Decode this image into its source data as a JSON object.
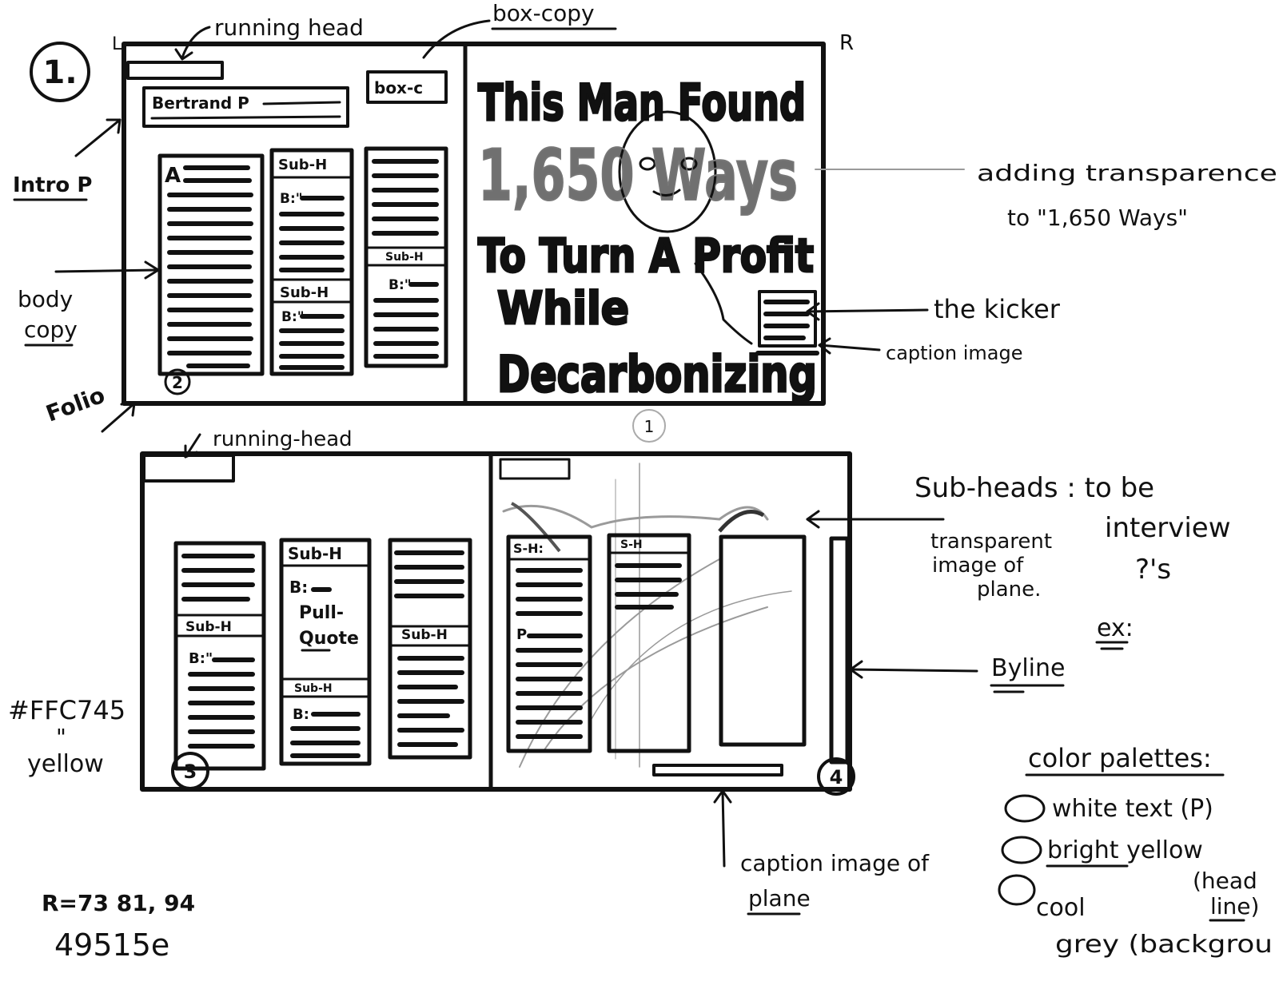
{
  "page_number_circle": "1.",
  "corner_marks": {
    "left": "L",
    "right": "R"
  },
  "spread1": {
    "running_head_label": "running head",
    "box_copy_label": "box-copy",
    "byline_box": "Bertrand P",
    "box_c": "box-c",
    "dropcap": "A",
    "col2_subhead": "Sub-H",
    "col2_body": "B:\"",
    "col2_subhead2": "Sub-H",
    "col2_body2": "B:\"",
    "col3_subhead": "Sub-H",
    "col3_body": "B:\"",
    "folio_left": "2",
    "folio_right": "1",
    "headline_line1": "This Man Found",
    "headline_line2": "1,650 Ways",
    "headline_line3": "To Turn A Profit",
    "headline_line4": "While",
    "headline_line5": "Decarbonizing"
  },
  "spread2": {
    "running_head_label": "running-head",
    "colA_subhead": "Sub-H",
    "colA_body": "B:\"",
    "colB_subhead": "Sub-H",
    "colB_body": "B:",
    "pull_quote": [
      "Pull-",
      "Quote"
    ],
    "colB_subhead2": "Sub-H",
    "colB_body2": "B:",
    "colC_subhead": "Sub-H",
    "right_col1_subhead": "S-H:",
    "right_col1_body": "P",
    "right_col2_subhead": "S-H",
    "folio_left": "3",
    "folio_right": "4"
  },
  "annotations": {
    "intro_p": "Intro P",
    "body_copy": [
      "body",
      "copy"
    ],
    "folio": "Folio",
    "transparency": [
      "adding transparence",
      "to \"1,650 Ways\""
    ],
    "kicker": "the kicker",
    "caption_image": "caption image",
    "subheads": [
      "Sub-heads : to be",
      "interview",
      "?'s"
    ],
    "transparent_plane": [
      "transparent",
      "image of",
      "plane."
    ],
    "ex": "ex:",
    "byline": "Byline",
    "yellow_hex": "#FFC745",
    "yellow_quote": "\"",
    "yellow_word": "yellow",
    "caption_plane": [
      "caption image of",
      "plane"
    ],
    "color_palettes": "color palettes:",
    "palette_items": [
      {
        "label": "white text (P)"
      },
      {
        "label": "bright yellow"
      },
      {
        "label": "cool"
      }
    ],
    "head_line": [
      "(head",
      "line)"
    ],
    "grey_background": "grey (backgrou",
    "rgb": "R=73  81, 94",
    "hex_grey": "49515e"
  }
}
